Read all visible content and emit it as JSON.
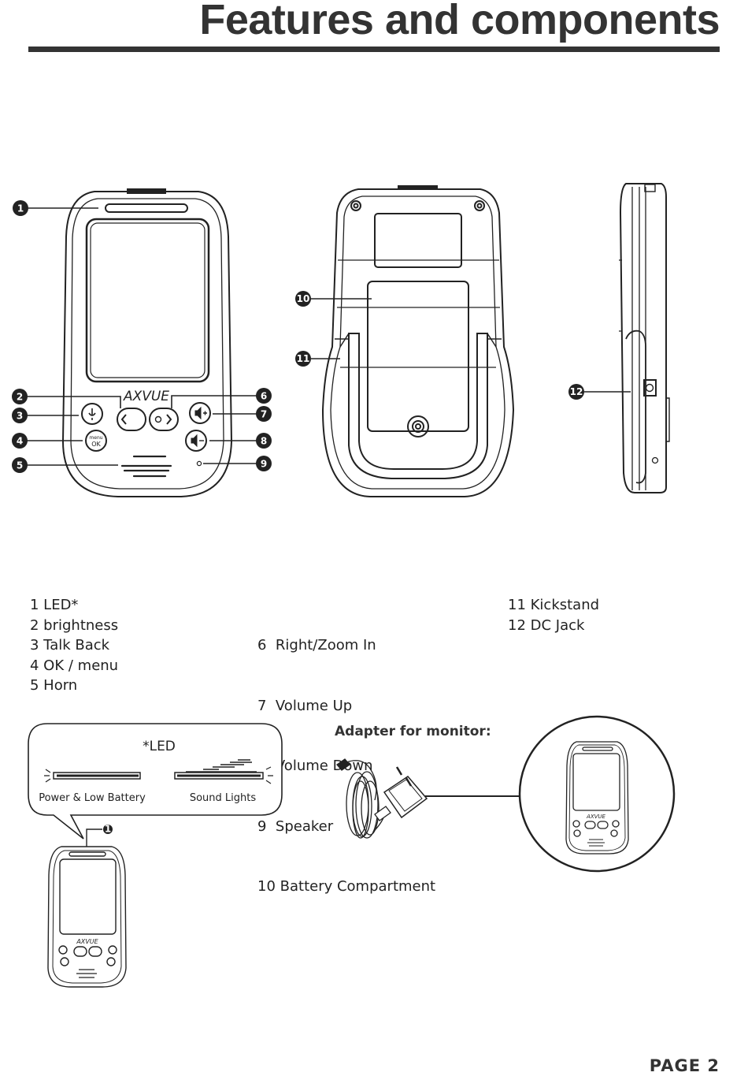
{
  "header": {
    "title": "Features and components"
  },
  "diagram": {
    "brand": "AXVUE",
    "menu_label": "menu",
    "ok_label": "OK",
    "callouts": [
      "1",
      "2",
      "3",
      "4",
      "5",
      "6",
      "7",
      "8",
      "9",
      "10",
      "11",
      "12"
    ]
  },
  "legend": {
    "col1": [
      "1 LED*",
      "2 brightness",
      "3 Talk Back",
      "4 OK / menu",
      "5 Horn"
    ],
    "col2": [
      "6  Right/Zoom In",
      "7  Volume Up",
      "8  Volume Down",
      "9  Speaker",
      "10 Battery Compartment"
    ],
    "col3": [
      "11 Kickstand",
      "12 DC Jack"
    ]
  },
  "led_box": {
    "title": "*LED",
    "power_label": "Power & Low Battery",
    "sound_label": "Sound Lights",
    "callout": "1"
  },
  "adapter": {
    "title": "Adapter for monitor:"
  },
  "footer": {
    "page": "PAGE 2"
  }
}
